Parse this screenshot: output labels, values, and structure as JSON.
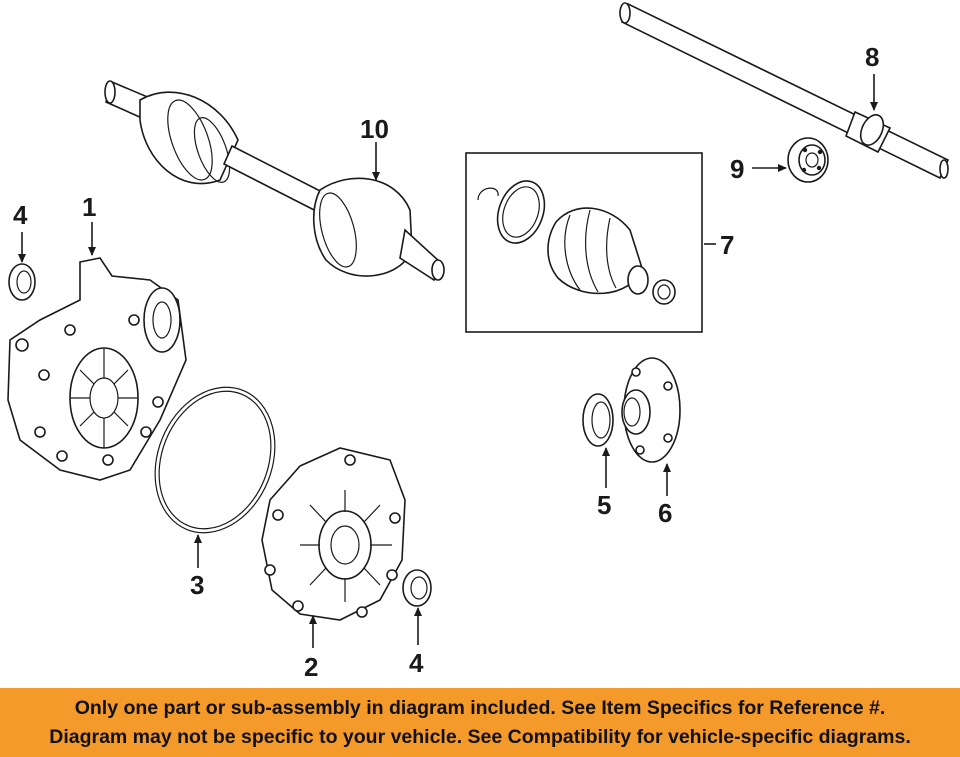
{
  "diagram": {
    "callouts": [
      {
        "id": "1",
        "label": "1"
      },
      {
        "id": "2",
        "label": "2"
      },
      {
        "id": "3",
        "label": "3"
      },
      {
        "id": "4a",
        "label": "4"
      },
      {
        "id": "4b",
        "label": "4"
      },
      {
        "id": "5",
        "label": "5"
      },
      {
        "id": "6",
        "label": "6"
      },
      {
        "id": "7",
        "label": "7"
      },
      {
        "id": "8",
        "label": "8"
      },
      {
        "id": "9",
        "label": "9"
      },
      {
        "id": "10",
        "label": "10"
      }
    ]
  },
  "banner": {
    "line1": "Only one part or sub-assembly in diagram included. See Item Specifics for Reference #.",
    "line2": "Diagram may not be specific to your vehicle. See Compatibility for vehicle-specific diagrams.",
    "background": "#f39a2b"
  }
}
